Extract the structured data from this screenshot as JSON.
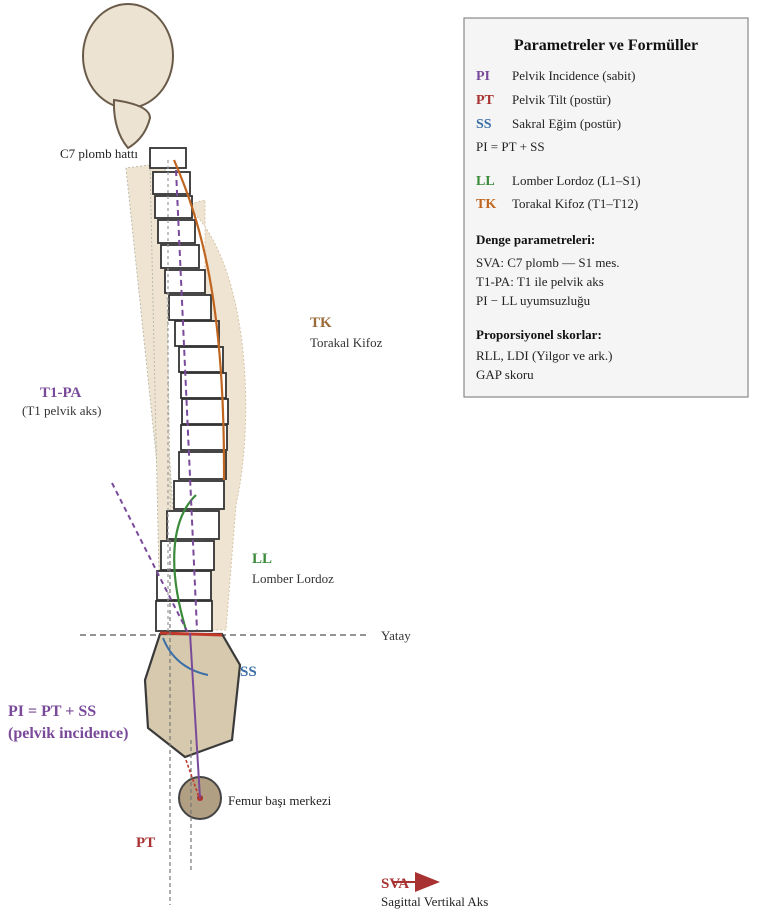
{
  "colors": {
    "pi": "#7a4a9a",
    "pt": "#a83232",
    "ss": "#3a6fa8",
    "ll": "#3a8a3a",
    "tk": "#c0651f",
    "tk_label": "#9a6a3a",
    "pelvis_fill": "#d6c9ad",
    "body_fill": "#ede3d2",
    "zone_fill": "#efe4d2"
  },
  "labels": {
    "c7_plumb": "C7 plomb hattı",
    "tk_abbr": "TK",
    "tk_name": "Torakal Kifoz",
    "t1pa_abbr": "T1-PA",
    "t1pa_name": "(T1 pelvik aks)",
    "ll_abbr": "LL",
    "ll_name": "Lomber Lordoz",
    "horizontal": "Yatay",
    "ss_abbr": "SS",
    "pi_formula": "PI = PT + SS",
    "pi_name": "(pelvik incidence)",
    "femoral_head": "Femur başı merkezi",
    "pt_abbr": "PT",
    "sva_abbr": "SVA",
    "sva_name": "Sagittal Vertikal Aks"
  },
  "legend": {
    "title": "Parametreler ve Formüller",
    "items": [
      {
        "abbr": "PI",
        "text": "Pelvik Incidence (sabit)"
      },
      {
        "abbr": "PT",
        "text": "Pelvik Tilt (postür)"
      },
      {
        "abbr": "SS",
        "text": "Sakral Eğim (postür)"
      }
    ],
    "formula": "PI = PT + SS",
    "items2": [
      {
        "abbr": "LL",
        "text": "Lomber Lordoz (L1–S1)"
      },
      {
        "abbr": "TK",
        "text": "Torakal Kifoz (T1–T12)"
      }
    ],
    "balance_title": "Denge parametreleri:",
    "balance_lines": [
      "SVA: C7 plomb — S1 mes.",
      "T1-PA: T1 ile pelvik aks",
      "PI − LL uyumsuzluğu"
    ],
    "prop_title": "Proporsiyonel skorlar:",
    "prop_lines": [
      "RLL, LDI (Yilgor ve ark.)",
      "GAP skoru"
    ]
  }
}
